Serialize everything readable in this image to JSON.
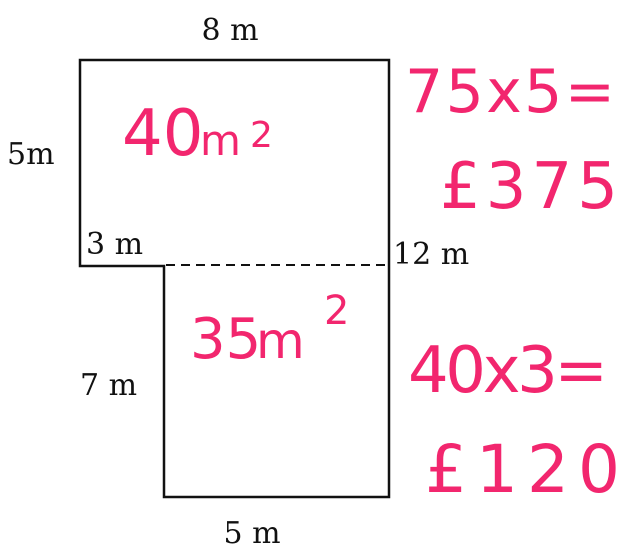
{
  "shape": {
    "dimensions": {
      "top_width": "8 m",
      "left_upper_height": "5m",
      "step_width": "3 m",
      "right_height": "12 m",
      "left_lower_height": "7 m",
      "bottom_width": "5 m"
    }
  },
  "annotations": {
    "upper_area": {
      "value": "40",
      "unit": "m",
      "power": "2"
    },
    "lower_area": {
      "value": "35",
      "unit": "m",
      "power": "2"
    },
    "calc_upper_expr": "75x5=",
    "calc_upper_result": "£375",
    "calc_lower_expr": "40x3=",
    "calc_lower_result": "£120"
  },
  "colors": {
    "outline": "#111111",
    "handwriting": "#f2266e"
  }
}
